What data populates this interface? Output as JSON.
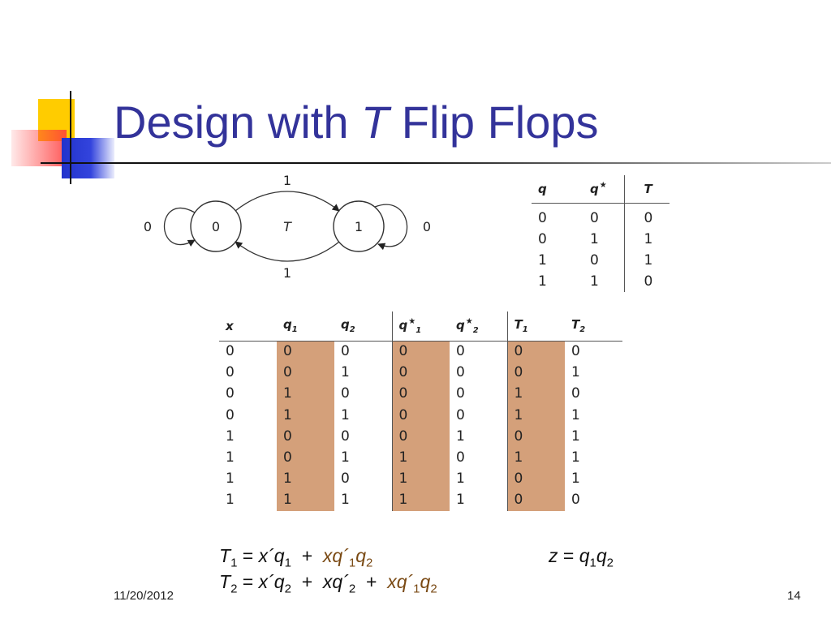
{
  "slide": {
    "title_pre": "Design with ",
    "title_var": "T",
    "title_post": " Flip Flops",
    "date": "11/20/2012",
    "page_number": "14"
  },
  "state_diagram": {
    "state_0": "0",
    "state_1": "1",
    "center_label": "T",
    "top_arc_label": "1",
    "bottom_arc_label": "1",
    "left_loop_label": "0",
    "right_loop_label": "0"
  },
  "t_table": {
    "headers": [
      "q",
      "q",
      "T"
    ],
    "rows": [
      [
        "0",
        "0",
        "0"
      ],
      [
        "0",
        "1",
        "1"
      ],
      [
        "1",
        "0",
        "1"
      ],
      [
        "1",
        "1",
        "0"
      ]
    ]
  },
  "design_table": {
    "headers": [
      {
        "base": "x",
        "sub": ""
      },
      {
        "base": "q",
        "sub": "1"
      },
      {
        "base": "q",
        "sub": "2"
      },
      {
        "base": "q",
        "sub": "1"
      },
      {
        "base": "q",
        "sub": "2"
      },
      {
        "base": "T",
        "sub": "1"
      },
      {
        "base": "T",
        "sub": "2"
      }
    ],
    "rows": [
      [
        "0",
        "0",
        "0",
        "0",
        "0",
        "0",
        "0"
      ],
      [
        "0",
        "0",
        "1",
        "0",
        "0",
        "0",
        "1"
      ],
      [
        "0",
        "1",
        "0",
        "0",
        "0",
        "1",
        "0"
      ],
      [
        "0",
        "1",
        "1",
        "0",
        "0",
        "1",
        "1"
      ],
      [
        "1",
        "0",
        "0",
        "0",
        "1",
        "0",
        "1"
      ],
      [
        "1",
        "0",
        "1",
        "1",
        "0",
        "1",
        "1"
      ],
      [
        "1",
        "1",
        "0",
        "1",
        "1",
        "0",
        "1"
      ],
      [
        "1",
        "1",
        "1",
        "1",
        "1",
        "0",
        "0"
      ]
    ]
  },
  "equations": {
    "t1_lhs": "T",
    "t1_lhs_sub": "1",
    "t1_term1": "x´q",
    "t1_term1_sub": "1",
    "t1_term2": "xq´",
    "t1_term2_sub": "1",
    "t1_term2_tail": "q",
    "t1_term2_tail_sub": "2",
    "t2_lhs": "T",
    "t2_lhs_sub": "2",
    "t2_term1": "x´q",
    "t2_term1_sub": "2",
    "t2_term2": "xq´",
    "t2_term2_sub": "2",
    "t2_term3": "xq´",
    "t2_term3_sub": "1",
    "t2_term3_tail": "q",
    "t2_term3_tail_sub": "2",
    "z_lhs": "z",
    "z_rhs_a": "q",
    "z_rhs_a_sub": "1",
    "z_rhs_b": "q",
    "z_rhs_b_sub": "2",
    "eq_sign": "=",
    "plus_sign": "+"
  },
  "colors": {
    "title": "#33339a",
    "column_highlight": "#d4a07a",
    "highlight_term": "#7a4a14"
  }
}
